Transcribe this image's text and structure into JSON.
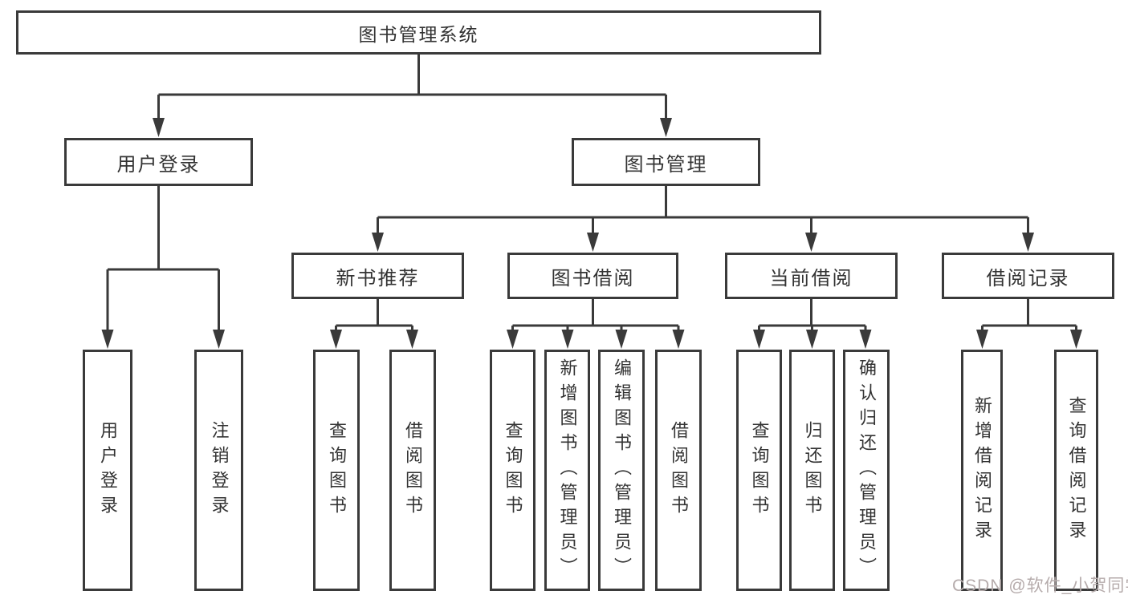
{
  "labels": {
    "root": "图书管理系统",
    "user_login": "用户登录",
    "book_mgmt": "图书管理",
    "new_book_rec": "新书推荐",
    "book_borrow": "图书借阅",
    "current_borrow": "当前借阅",
    "borrow_records": "借阅记录",
    "leaf_user_login": "用户登录",
    "leaf_logout": "注销登录",
    "nbr_query": "查询图书",
    "nbr_borrow": "借阅图书",
    "bb_query": "查询图书",
    "bb_add": "新增图书（管理员）",
    "bb_edit": "编辑图书（管理员）",
    "bb_borrow": "借阅图书",
    "cb_query": "查询图书",
    "cb_return": "归还图书",
    "cb_confirm": "确认归还（管理员）",
    "br_add": "新增借阅记录",
    "br_query": "查询借阅记录"
  },
  "watermark": {
    "text": "CSDN @软件_小贺同学"
  },
  "colors": {
    "line": "#3a3a3a",
    "box_border": "#3a3a3a",
    "box_bg": "#ffffff",
    "text": "#333333",
    "watermark": "#b5abab",
    "background": "#ffffff"
  },
  "hierarchy": {
    "label": "图书管理系统",
    "children": [
      {
        "label": "用户登录",
        "children": [
          {
            "label": "用户登录"
          },
          {
            "label": "注销登录"
          }
        ]
      },
      {
        "label": "图书管理",
        "children": [
          {
            "label": "新书推荐",
            "children": [
              {
                "label": "查询图书"
              },
              {
                "label": "借阅图书"
              }
            ]
          },
          {
            "label": "图书借阅",
            "children": [
              {
                "label": "查询图书"
              },
              {
                "label": "新增图书（管理员）"
              },
              {
                "label": "编辑图书（管理员）"
              },
              {
                "label": "借阅图书"
              }
            ]
          },
          {
            "label": "当前借阅",
            "children": [
              {
                "label": "查询图书"
              },
              {
                "label": "归还图书"
              },
              {
                "label": "确认归还（管理员）"
              }
            ]
          },
          {
            "label": "借阅记录",
            "children": [
              {
                "label": "新增借阅记录"
              },
              {
                "label": "查询借阅记录"
              }
            ]
          }
        ]
      }
    ]
  }
}
